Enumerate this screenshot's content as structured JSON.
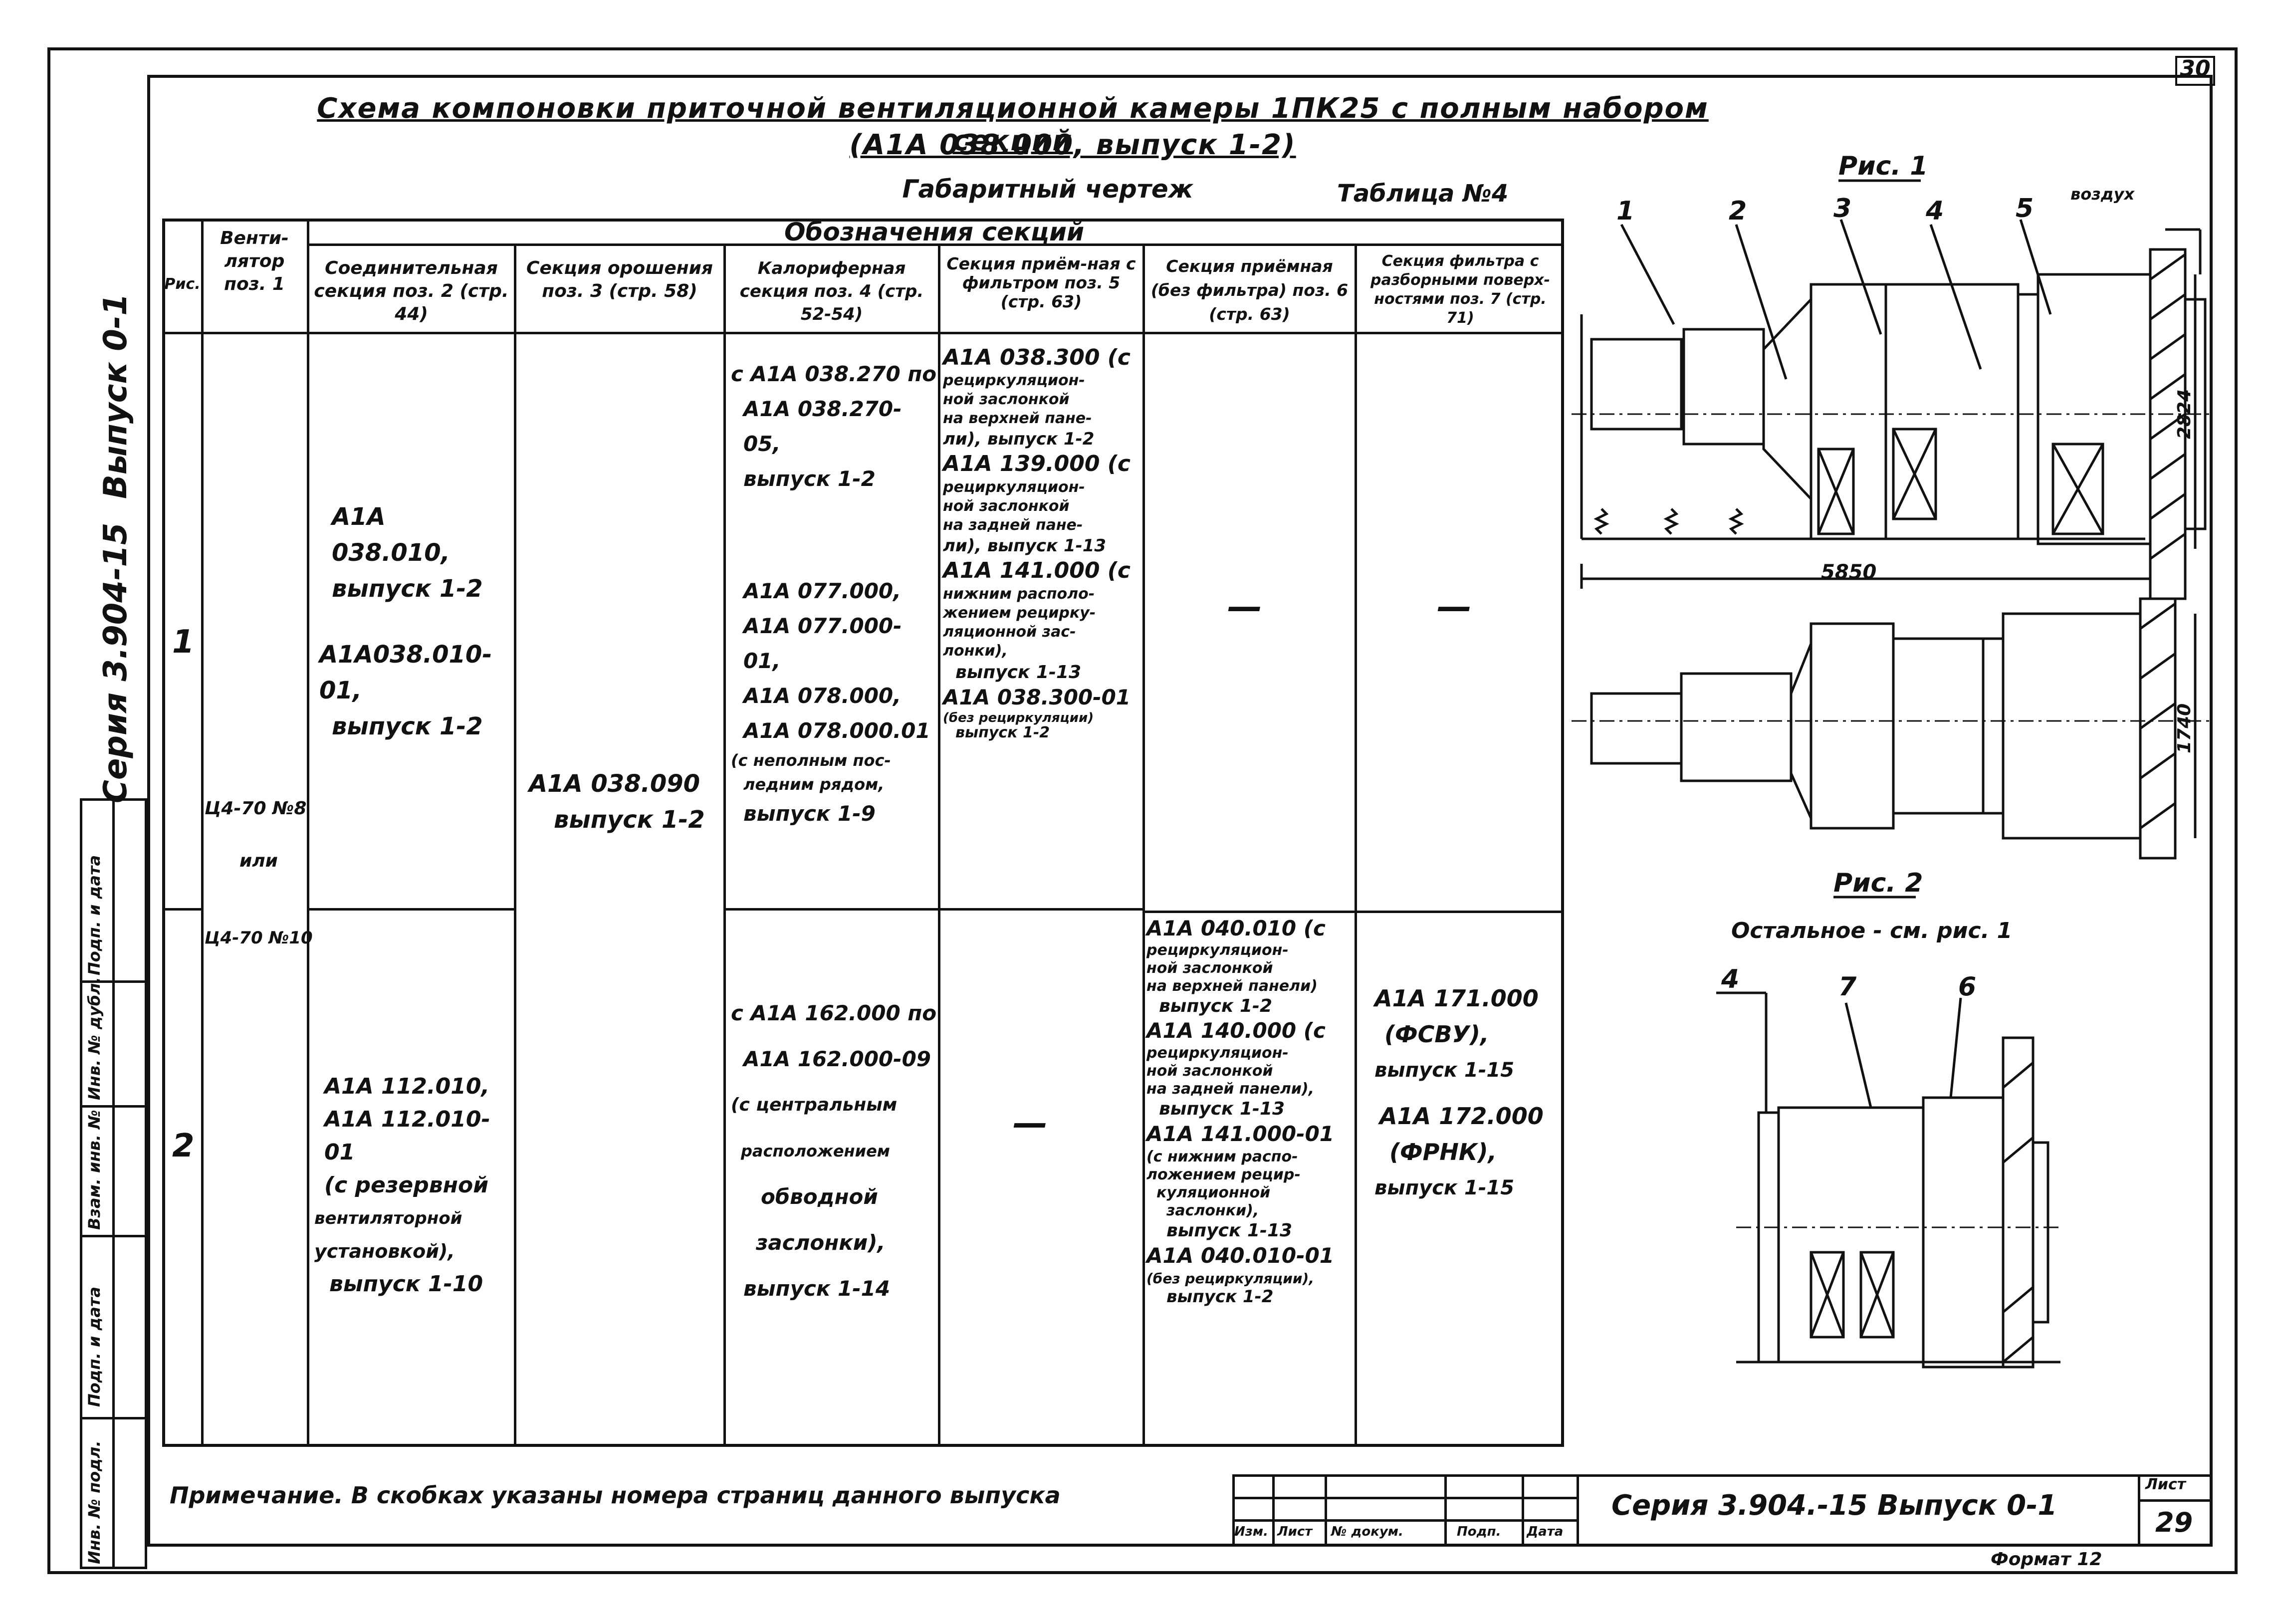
{
  "sheet_number_top": "30",
  "title": {
    "line1": "Схема компоновки приточной вентиляционной камеры 1ПК25 с полным набором секций",
    "line2": "(А1А 038.000, выпуск 1-2)",
    "subtitle": "Габаритный чертеж",
    "table_no": "Таблица №4"
  },
  "side": {
    "series": "Серия 3.904-15",
    "issue": "Выпуск 0-1",
    "stamp_labels": [
      "Инв. № подл.",
      "Подп. и дата",
      "Взам. инв. №",
      "Инв. № дубл.",
      "Подп. и дата"
    ]
  },
  "table": {
    "group_header": "Обозначения секций",
    "headers": {
      "ris": "Рис.",
      "vent": "Венти-лятор поз. 1",
      "c2": "Соединительная секция поз. 2 (стр. 44)",
      "c3": "Секция орошения поз. 3 (стр. 58)",
      "c4": "Калориферная секция поз. 4 (стр. 52-54)",
      "c5": "Секция приём-ная с фильтром поз. 5 (стр. 63)",
      "c6": "Секция приёмная (без фильтра) поз. 6 (стр. 63)",
      "c7": "Секция фильтра с разборными поверх-ностями поз. 7 (стр. 71)"
    },
    "fan": [
      "Ц4-70 №8",
      "или",
      "Ц4-70 №10"
    ],
    "rows": [
      {
        "ris": "1",
        "c2": [
          "А1А 038.010,",
          "выпуск 1-2",
          "",
          "А1А038.010-01,",
          "выпуск 1-2"
        ],
        "c4": [
          "с А1А 038.270 по",
          "А1А 038.270-05,",
          "выпуск 1-2",
          "",
          "",
          "А1А 077.000,",
          "А1А 077.000-01,",
          "А1А 078.000,",
          "А1А 078.000.01",
          "(с неполным пос-",
          "ледним рядом,",
          "выпуск 1-9"
        ],
        "c5": [
          "А1А 038.300 (с",
          "рециркуляцион-",
          "ной заслонкой",
          "на верхней пане-",
          "ли), выпуск 1-2",
          "А1А 139.000 (с",
          "рециркуляцион-",
          "ной заслонкой",
          "на задней пане-",
          "ли), выпуск 1-13",
          "А1А 141.000 (с",
          "нижним располо-",
          "жением рецирку-",
          "ляционной зас-",
          "лонки),",
          "выпуск 1-13",
          "А1А 038.300-01",
          "(без рециркуляции)",
          "выпуск 1-2"
        ],
        "c6": "—",
        "c7": "—"
      },
      {
        "ris": "2",
        "c2": [
          "А1А 112.010,",
          "А1А 112.010-01",
          "(с резервной",
          "вентиляторной",
          "установкой),",
          "выпуск 1-10"
        ],
        "c4": [
          "с А1А 162.000 по",
          "А1А 162.000-09",
          "(с центральным",
          "расположением",
          "обводной",
          "заслонки),",
          "выпуск 1-14"
        ],
        "c5": "—",
        "c6": [
          "А1А 040.010 (с",
          "рециркуляцион-",
          "ной заслонкой",
          "на верхней панели)",
          "выпуск 1-2",
          "А1А 140.000 (с",
          "рециркуляцион-",
          "ной заслонкой",
          "на задней панели),",
          "выпуск 1-13",
          "А1А 141.000-01",
          "(с нижним распо-",
          "ложением рецир-",
          "куляционной",
          "заслонки),",
          "выпуск 1-13",
          "А1А 040.010-01",
          "(без рециркуляции),",
          "выпуск 1-2"
        ],
        "c7": [
          "А1А 171.000",
          "(ФСВУ),",
          "выпуск 1-15",
          "",
          "А1А 172.000",
          "(ФРНК),",
          "выпуск 1-15"
        ]
      }
    ],
    "c3_shared": [
      "А1А 038.090",
      "выпуск 1-2"
    ]
  },
  "fig1": {
    "title": "Рис. 1",
    "labels": [
      "1",
      "2",
      "3",
      "4",
      "5"
    ],
    "air": "воздух",
    "dim_height": "2824",
    "dim_length": "5850",
    "dim_width": "1740"
  },
  "fig2": {
    "title": "Рис. 2",
    "note": "Остальное - см. рис. 1",
    "labels": [
      "4",
      "7",
      "6"
    ]
  },
  "note": "Примечание. В скобках указаны номера страниц данного выпуска",
  "stamp": {
    "cols": [
      "Изм.",
      "Лист",
      "№ докум.",
      "Подп.",
      "Дата"
    ],
    "series": "Серия 3.904.-15 Выпуск 0-1",
    "sheet_label": "Лист",
    "sheet_no": "29",
    "format": "Формат 12"
  }
}
